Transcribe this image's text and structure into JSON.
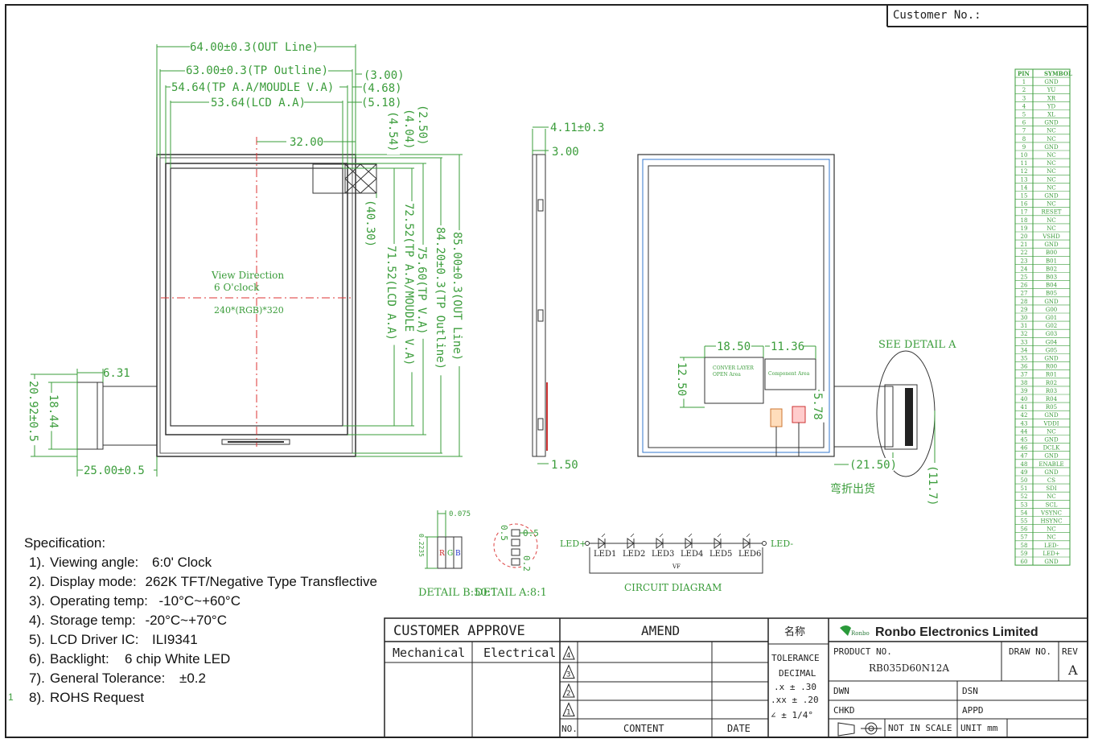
{
  "customer_no_label": "Customer No.:",
  "dims": {
    "out_line_w": "64.00±0.3(OUT Line)",
    "tp_outline_w": "63.00±0.3(TP Outline)",
    "tp_aa_w": "54.64(TP A.A/MOUDLE V.A)",
    "lcd_aa_w": "53.64(LCD A.A)",
    "r300": "(3.00)",
    "r468": "(4.68)",
    "r518": "(5.18)",
    "c3200": "32.00",
    "v250": "(2.50)",
    "v404": "(4.04)",
    "v454": "(4.54)",
    "v4030": "(40.30)",
    "v7252": "72.52(TP A.A/MOUDLE V.A)",
    "v7152": "71.52(LCD A.A)",
    "v7560": "75.60(TP V.A)",
    "v8420": "84.20±0.3(TP Outline)",
    "v8500": "85.00±0.3(OUT Line)",
    "fpc631": "6.31",
    "fpc1844": "18.44",
    "fpc2092": "20.92±0.5",
    "fpc2500": "25.00±0.5",
    "side411": "4.11±0.3",
    "side300": "3.00",
    "side150": "1.50",
    "back1850": "18.50",
    "back1136": "11.36",
    "back1250": "12.50",
    "back578": "5.78",
    "back2150": "(21.50)",
    "back117": "(11.7)"
  },
  "view_direction": "View Direction",
  "view_oclock": "6 O'clock",
  "resolution": "240*(RGB)*320",
  "see_detail_a": "SEE DETAIL A",
  "bend_note": "弯折出货",
  "back_labels": {
    "conver1": "CONVER LAYER",
    "conver2": "OPEN Area",
    "component": "Component Area"
  },
  "detail": {
    "b_label": "DETAIL B:50:1",
    "a_label": "DETAIL A:8:1",
    "d0075": "0.075",
    "d02235": "0.2235",
    "d05a": "0.5",
    "d05b": "0.5",
    "d02": "0.2",
    "rgb": [
      "R",
      "G",
      "B"
    ]
  },
  "circuit": {
    "title": "CIRCUIT DIAGRAM",
    "led_plus": "LED+",
    "led_minus": "LED-",
    "leds": [
      "LED1",
      "LED2",
      "LED3",
      "LED4",
      "LED5",
      "LED6"
    ],
    "vf": "VF"
  },
  "pins": {
    "header": [
      "PIN",
      "SYMBOL"
    ],
    "rows": [
      [
        "1",
        "GND"
      ],
      [
        "2",
        "YU"
      ],
      [
        "3",
        "XR"
      ],
      [
        "4",
        "YD"
      ],
      [
        "5",
        "XL"
      ],
      [
        "6",
        "GND"
      ],
      [
        "7",
        "NC"
      ],
      [
        "8",
        "NC"
      ],
      [
        "9",
        "GND"
      ],
      [
        "10",
        "NC"
      ],
      [
        "11",
        "NC"
      ],
      [
        "12",
        "NC"
      ],
      [
        "13",
        "NC"
      ],
      [
        "14",
        "NC"
      ],
      [
        "15",
        "GND"
      ],
      [
        "16",
        "NC"
      ],
      [
        "17",
        "RESET"
      ],
      [
        "18",
        "NC"
      ],
      [
        "19",
        "NC"
      ],
      [
        "20",
        "VSHD"
      ],
      [
        "21",
        "GND"
      ],
      [
        "22",
        "B00"
      ],
      [
        "23",
        "B01"
      ],
      [
        "24",
        "B02"
      ],
      [
        "25",
        "B03"
      ],
      [
        "26",
        "B04"
      ],
      [
        "27",
        "B05"
      ],
      [
        "28",
        "GND"
      ],
      [
        "29",
        "G00"
      ],
      [
        "30",
        "G01"
      ],
      [
        "31",
        "G02"
      ],
      [
        "32",
        "G03"
      ],
      [
        "33",
        "G04"
      ],
      [
        "34",
        "G05"
      ],
      [
        "35",
        "GND"
      ],
      [
        "36",
        "R00"
      ],
      [
        "37",
        "R01"
      ],
      [
        "38",
        "R02"
      ],
      [
        "39",
        "R03"
      ],
      [
        "40",
        "R04"
      ],
      [
        "41",
        "R05"
      ],
      [
        "42",
        "GND"
      ],
      [
        "43",
        "VDDI"
      ],
      [
        "44",
        "NC"
      ],
      [
        "45",
        "GND"
      ],
      [
        "46",
        "DCLK"
      ],
      [
        "47",
        "GND"
      ],
      [
        "48",
        "ENABLE"
      ],
      [
        "49",
        "GND"
      ],
      [
        "50",
        "CS"
      ],
      [
        "51",
        "SDI"
      ],
      [
        "52",
        "NC"
      ],
      [
        "53",
        "SCL"
      ],
      [
        "54",
        "VSYNC"
      ],
      [
        "55",
        "HSYNC"
      ],
      [
        "56",
        "NC"
      ],
      [
        "57",
        "NC"
      ],
      [
        "58",
        "LED-"
      ],
      [
        "59",
        "LED+"
      ],
      [
        "60",
        "GND"
      ]
    ]
  },
  "spec": {
    "title": "Specification:",
    "items": [
      {
        "num": "1).",
        "label": "Viewing angle:",
        "value": "6:0' Clock"
      },
      {
        "num": "2).",
        "label": "Display mode:",
        "value": "262K TFT/Negative Type Transflective"
      },
      {
        "num": "3).",
        "label": "Operating temp:",
        "value": "-10°C~+60°C"
      },
      {
        "num": "4).",
        "label": "Storage temp:",
        "value": "-20°C~+70°C"
      },
      {
        "num": "5).",
        "label": "LCD Driver IC:",
        "value": "ILI9341"
      },
      {
        "num": "6).",
        "label": "Backlight:",
        "value": "6 chip White LED"
      },
      {
        "num": "7).",
        "label": "General Tolerance:",
        "value": "±0.2"
      },
      {
        "num": "8).",
        "label": "ROHS Request",
        "value": ""
      }
    ],
    "margin_mark": "1"
  },
  "title_block": {
    "customer_approve": "CUSTOMER APPROVE",
    "amend": "AMEND",
    "mechanical": "Mechanical",
    "electrical": "Electrical",
    "rev_marks": [
      "4",
      "3",
      "2",
      "1"
    ],
    "no": "NO.",
    "content": "CONTENT",
    "date": "DATE",
    "name_cn": "名称",
    "tolerance": "TOLERANCE",
    "decimal": "DECIMAL",
    "tol1": ".x ± .30",
    "tol2": ".xx ± .20",
    "tol3": "∠ ± 1/4°",
    "company": "Ronbo Electronics Limited",
    "logo_text": "Ronbo",
    "product_no_label": "PRODUCT NO.",
    "product_no": "RB035D60N12A",
    "draw_no": "DRAW NO.",
    "rev": "REV",
    "rev_value": "A",
    "dwn": "DWN",
    "dsn": "DSN",
    "chkd": "CHKD",
    "appd": "APPD",
    "not_in_scale": "NOT IN SCALE",
    "unit": "UNIT mm"
  }
}
